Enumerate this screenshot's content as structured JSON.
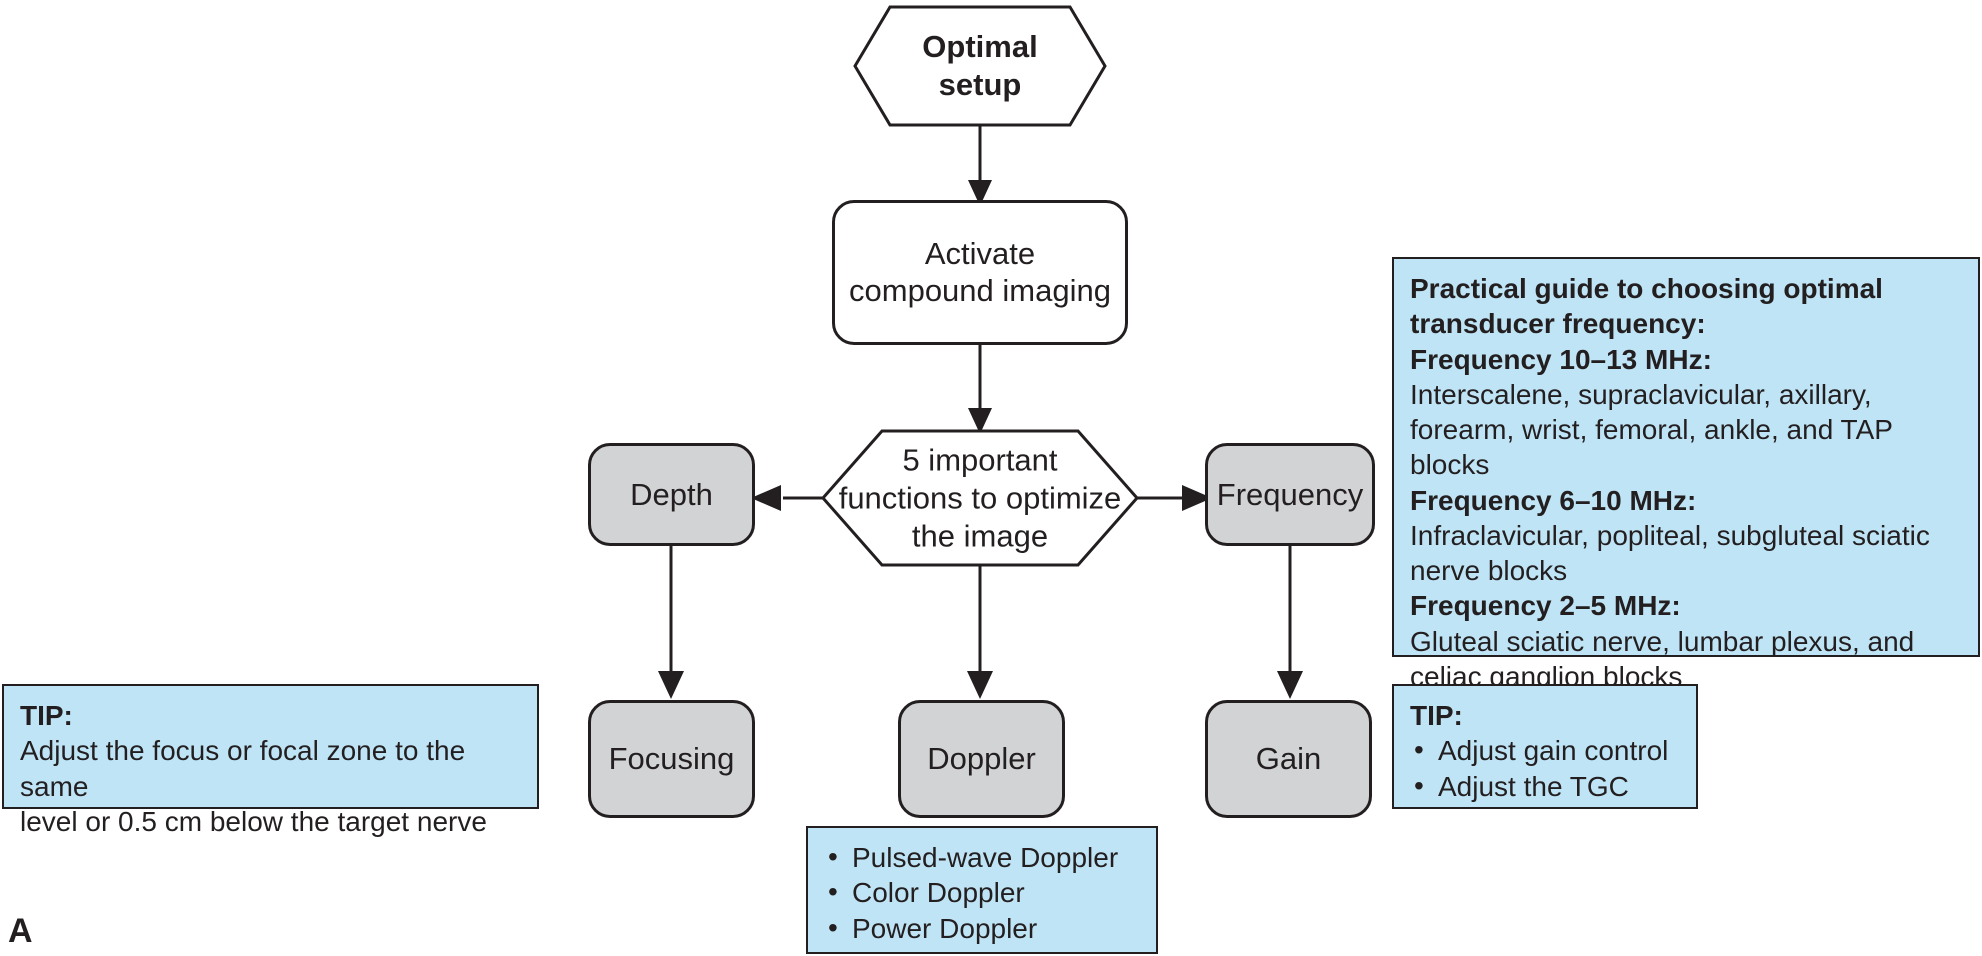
{
  "diagram": {
    "panel_letter": "A",
    "colors": {
      "node_gray": "#d2d3d5",
      "info_blue": "#bfe4f6",
      "stroke": "#231f20",
      "white": "#ffffff"
    },
    "nodes": {
      "optimal_setup": {
        "shape": "hexagon",
        "line1": "Optimal",
        "line2": "setup"
      },
      "activate_compound_imaging": {
        "shape": "rounded-rect",
        "line1": "Activate",
        "line2": "compound imaging"
      },
      "five_functions": {
        "shape": "hexagon",
        "line1": "5 important",
        "line2": "functions to optimize",
        "line3": "the image"
      },
      "depth": {
        "shape": "rounded-rect",
        "label": "Depth"
      },
      "frequency": {
        "shape": "rounded-rect",
        "label": "Frequency"
      },
      "focusing": {
        "shape": "rounded-rect",
        "label": "Focusing"
      },
      "doppler": {
        "shape": "rounded-rect",
        "label": "Doppler"
      },
      "gain": {
        "shape": "rounded-rect",
        "label": "Gain"
      }
    },
    "info_boxes": {
      "frequency_guide": {
        "heading_line1": "Practical guide to choosing optimal",
        "heading_line2": "transducer frequency:",
        "section1_title": "Frequency 10–13 MHz:",
        "section1_body_line1": "Interscalene, supraclavicular, axillary,",
        "section1_body_line2": "forearm, wrist, femoral, ankle, and TAP blocks",
        "section2_title": "Frequency 6–10 MHz:",
        "section2_body_line1": "Infraclavicular, popliteal, subgluteal sciatic",
        "section2_body_line2": "nerve blocks",
        "section3_title": "Frequency 2–5 MHz:",
        "section3_body_line1": "Gluteal sciatic nerve, lumbar plexus, and",
        "section3_body_line2": "celiac ganglion blocks"
      },
      "focusing_tip": {
        "title": "TIP:",
        "body_line1": "Adjust the focus or focal zone to the same",
        "body_line2": "level or 0.5 cm below the target nerve"
      },
      "gain_tip": {
        "title": "TIP:",
        "item1": "Adjust gain control",
        "item2": "Adjust the TGC"
      },
      "doppler_modes": {
        "item1": "Pulsed-wave Doppler",
        "item2": "Color Doppler",
        "item3": "Power Doppler"
      }
    }
  }
}
